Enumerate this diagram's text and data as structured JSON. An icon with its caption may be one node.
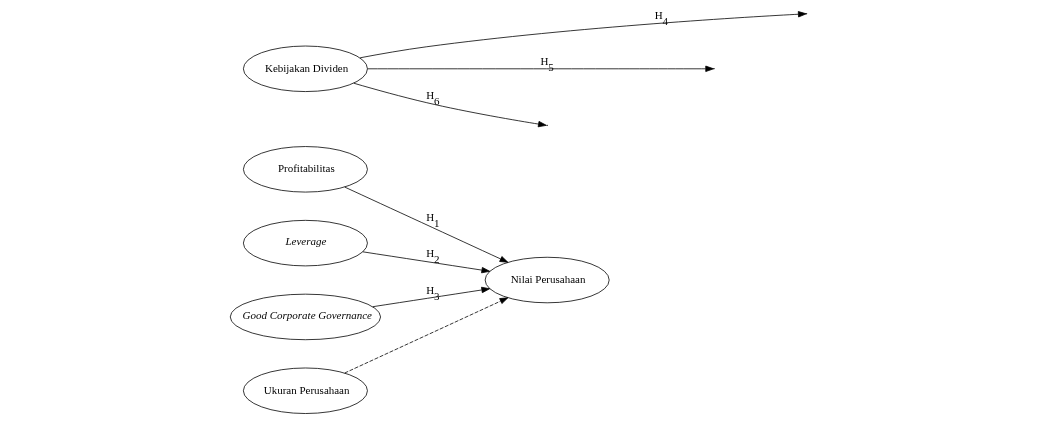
{
  "diagram": {
    "nodes": [
      {
        "text": [
          "Profitabilitas"
        ]
      },
      {
        "text": [
          "Leverage"
        ]
      },
      {
        "text": [
          "Good Corporate Governance"
        ]
      },
      {
        "text": [
          "Nilai Perusahaan"
        ]
      },
      {
        "text": [
          "Ukuran Perusahaan"
        ]
      },
      {
        "text": [
          "Kebijakan Dividen"
        ]
      }
    ],
    "edges": [
      {
        "from": 0,
        "to": 3,
        "arrow": "to",
        "label": "H$_{1}$"
      },
      {
        "from": 1,
        "to": 3,
        "arrow": "to",
        "label": "H$_{2}$"
      },
      {
        "from": 2,
        "to": 3,
        "arrow": "to",
        "label": "H$_{3}$"
      },
      {
        "from": 5,
        "to": null,
        "arrow": "to",
        "label": "H$_{4}$"
      },
      {
        "from": 5,
        "to": null,
        "arrow": "to",
        "label": "H$_{5}$"
      },
      {
        "from": 5,
        "to": null,
        "arrow": "to",
        "label": "H$_{6}$"
      },
      {
        "from": 4,
        "to": 3,
        "arrow": "to",
        "style": "dashed"
      }
    ]
  }
}
